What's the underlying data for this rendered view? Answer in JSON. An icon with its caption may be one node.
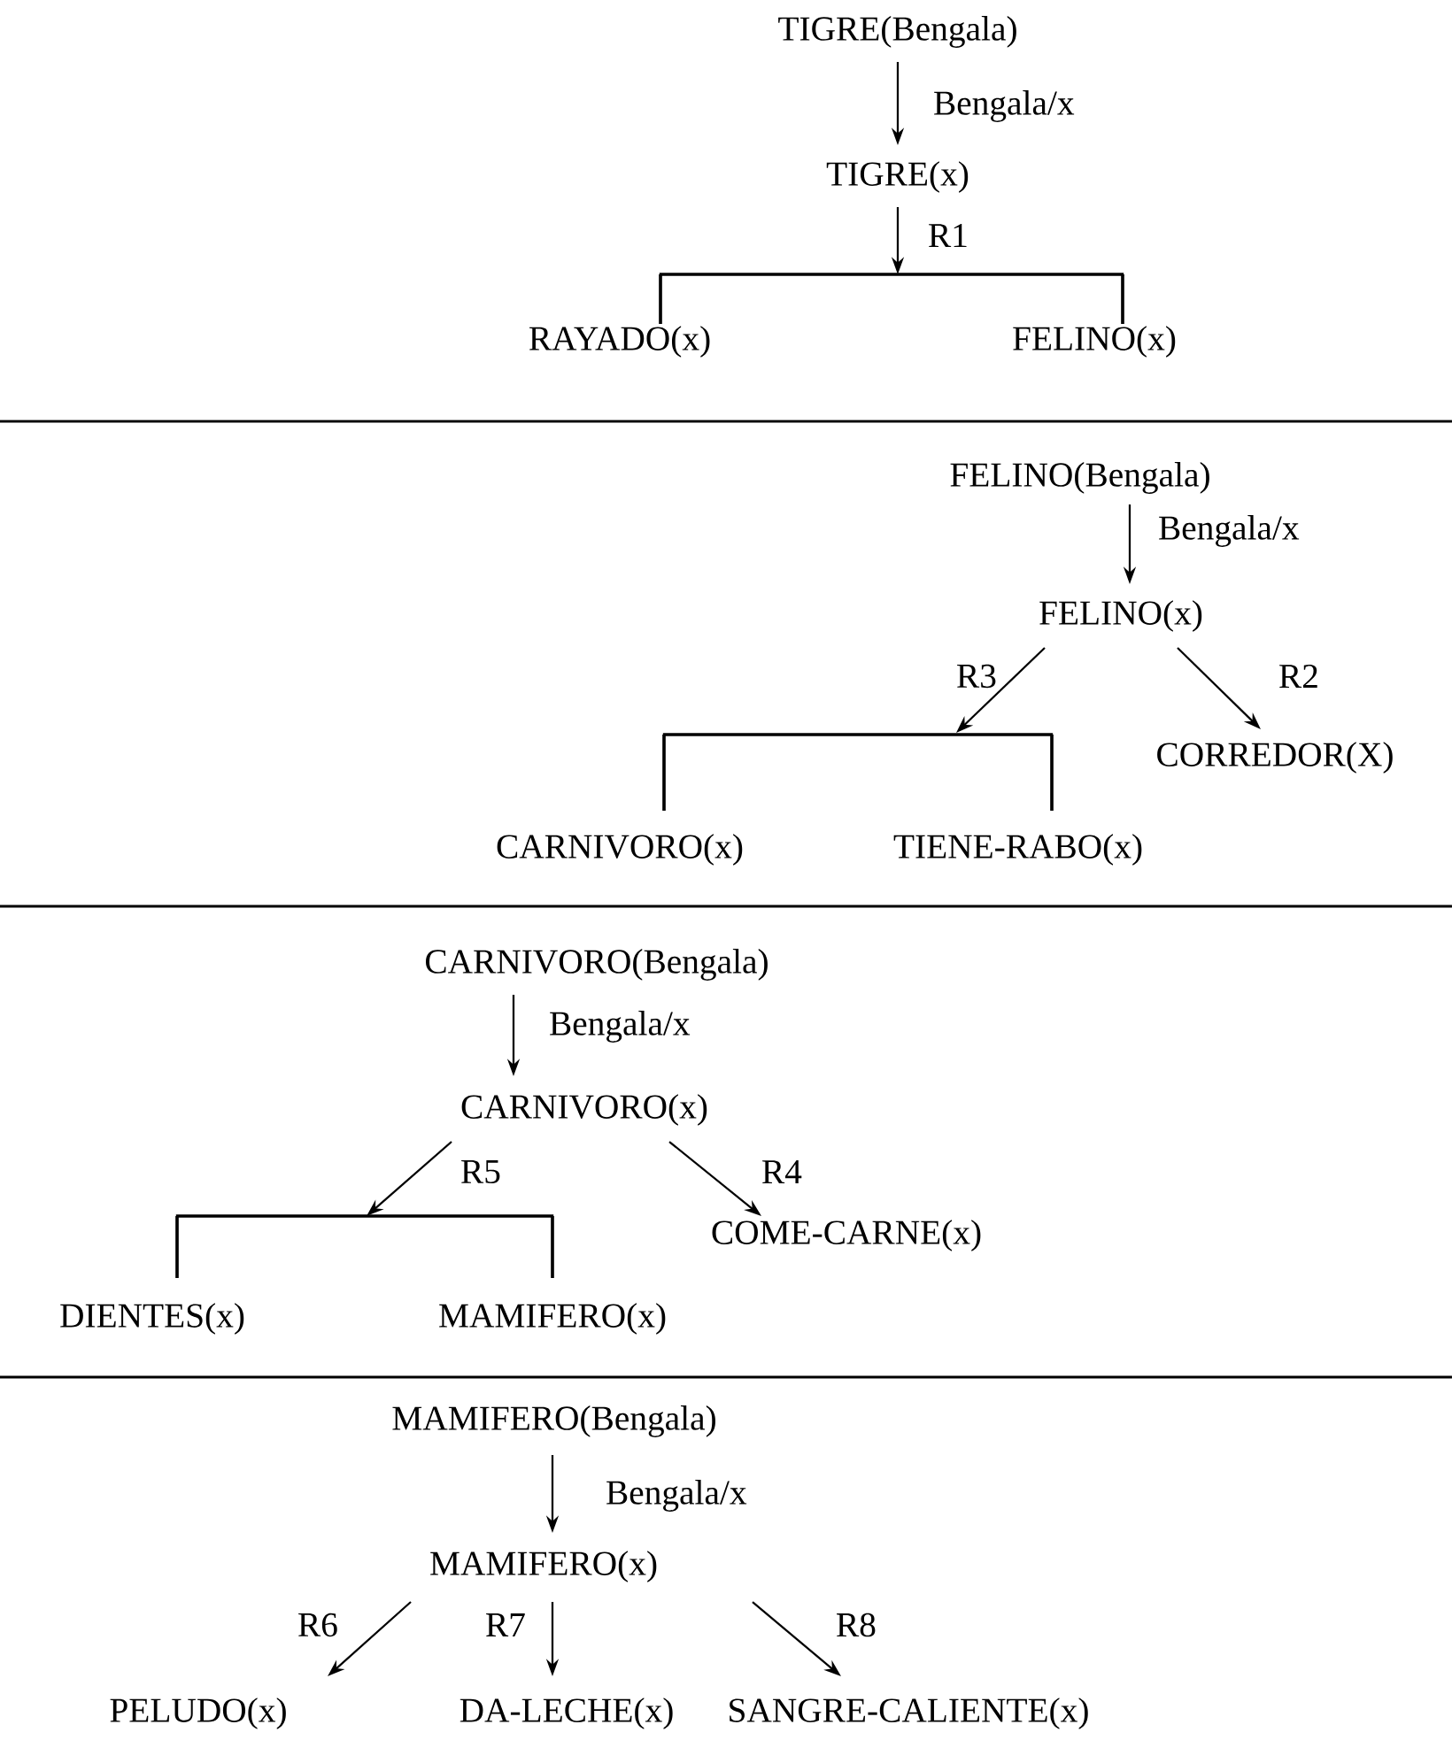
{
  "diagram": {
    "nodes": [
      {
        "text": [
          "TIGRE(Bengala)"
        ]
      },
      {
        "text": [
          "TIGRE(x)"
        ]
      },
      {
        "text": [],
        "shape": "bar"
      },
      {
        "text": [
          "RAYADO(x)"
        ]
      },
      {
        "text": [
          "FELINO(x)"
        ]
      },
      {
        "text": [
          "FELINO(Bengala)"
        ]
      },
      {
        "text": [
          "FELINO(x)"
        ]
      },
      {
        "text": [],
        "shape": "bar"
      },
      {
        "text": [
          "CORREDOR(X)"
        ]
      },
      {
        "text": [
          "CARNIVORO(x)"
        ]
      },
      {
        "text": [
          "TIENE-RABO(x)"
        ]
      },
      {
        "text": [
          "CARNIVORO(Bengala)"
        ]
      },
      {
        "text": [
          "CARNIVORO(x)"
        ]
      },
      {
        "text": [],
        "shape": "bar"
      },
      {
        "text": [
          "COME-CARNE(x)"
        ]
      },
      {
        "text": [
          "DIENTES(x)"
        ]
      },
      {
        "text": [
          "MAMIFERO(x)"
        ]
      },
      {
        "text": [
          "MAMIFERO(Bengala)"
        ]
      },
      {
        "text": [
          "MAMIFERO(x)"
        ]
      },
      {
        "text": [
          "PELUDO(x)"
        ]
      },
      {
        "text": [
          "DA-LECHE(x)"
        ]
      },
      {
        "text": [
          "SANGRE-CALIENTE(x)"
        ]
      }
    ],
    "edges": [
      {
        "from": 0,
        "to": 1,
        "arrow": "to",
        "label": "Bengala/x"
      },
      {
        "from": 1,
        "to": 2,
        "arrow": "to",
        "label": "R1"
      },
      {
        "from": 2,
        "to": 3,
        "arrow": "none"
      },
      {
        "from": 2,
        "to": 4,
        "arrow": "none"
      },
      {
        "from": 5,
        "to": 6,
        "arrow": "to",
        "label": "Bengala/x"
      },
      {
        "from": 6,
        "to": 7,
        "arrow": "to",
        "label": "R3"
      },
      {
        "from": 6,
        "to": 8,
        "arrow": "to",
        "label": "R2"
      },
      {
        "from": 7,
        "to": 9,
        "arrow": "none"
      },
      {
        "from": 7,
        "to": 10,
        "arrow": "none"
      },
      {
        "from": 11,
        "to": 12,
        "arrow": "to",
        "label": "Bengala/x"
      },
      {
        "from": 12,
        "to": 13,
        "arrow": "to",
        "label": "R5"
      },
      {
        "from": 12,
        "to": 14,
        "arrow": "to",
        "label": "R4"
      },
      {
        "from": 13,
        "to": 15,
        "arrow": "none"
      },
      {
        "from": 13,
        "to": 16,
        "arrow": "none"
      },
      {
        "from": 17,
        "to": 18,
        "arrow": "to",
        "label": "Bengala/x"
      },
      {
        "from": 18,
        "to": 19,
        "arrow": "to",
        "label": "R6"
      },
      {
        "from": 18,
        "to": 20,
        "arrow": "to",
        "label": "R7"
      },
      {
        "from": 18,
        "to": 21,
        "arrow": "to",
        "label": "R8"
      }
    ]
  }
}
